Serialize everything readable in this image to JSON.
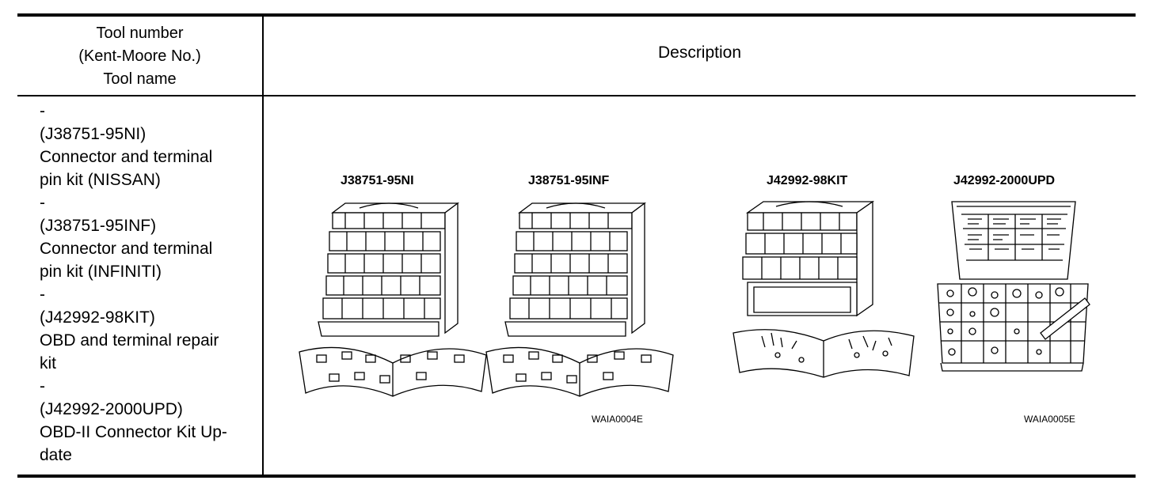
{
  "header": {
    "tool_col_line1": "Tool number",
    "tool_col_line2": "(Kent-Moore No.)",
    "tool_col_line3": "Tool name",
    "description_col": "Description"
  },
  "tools": [
    "-",
    "(J38751-95NI)",
    "Connector and terminal",
    "pin kit (NISSAN)",
    "-",
    "(J38751-95INF)",
    "Connector and terminal",
    "pin kit (INFINITI)",
    "-",
    "(J42992-98KIT)",
    "OBD and terminal repair",
    "kit",
    "-",
    "(J42992-2000UPD)",
    "OBD-II Connector Kit Up-",
    "date"
  ],
  "illustrations": {
    "labels": [
      "J38751-95NI",
      "J38751-95INF",
      "J42992-98KIT",
      "J42992-2000UPD"
    ],
    "codes": [
      "WAIA0004E",
      "WAIA0005E"
    ]
  }
}
